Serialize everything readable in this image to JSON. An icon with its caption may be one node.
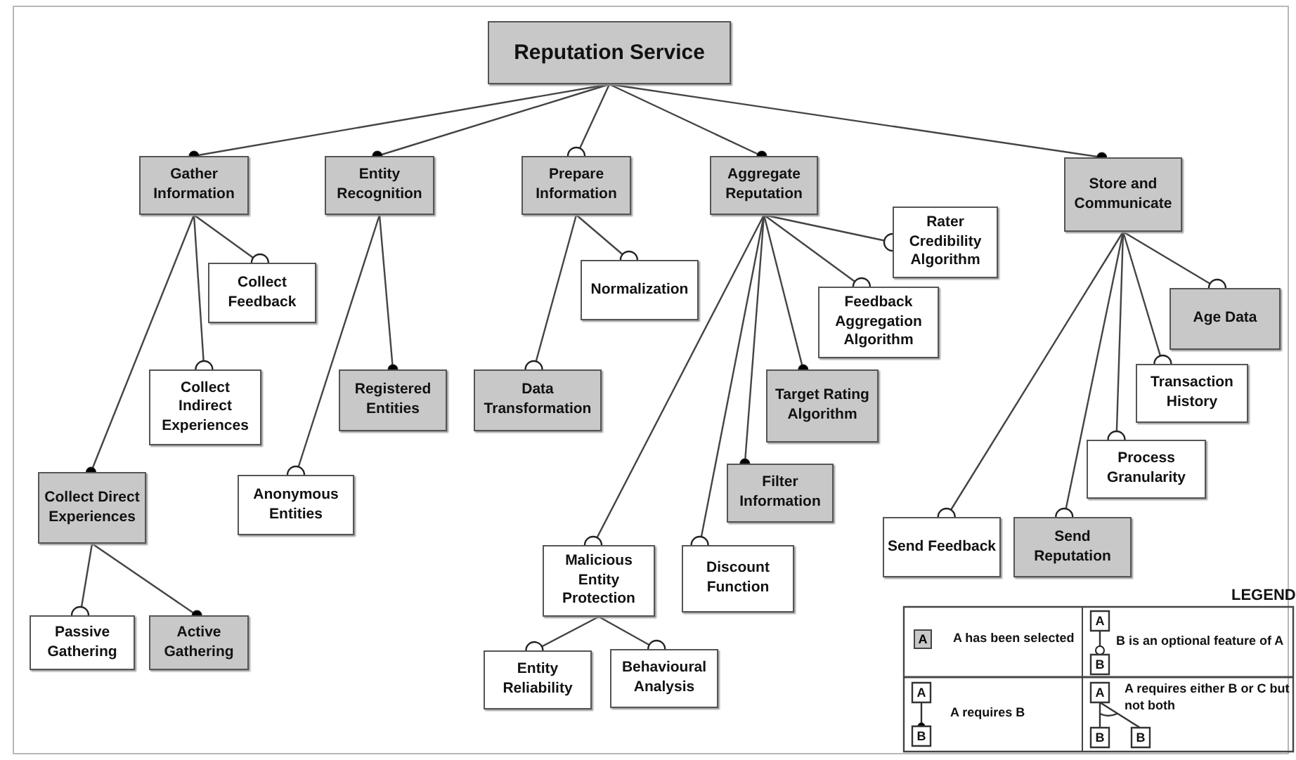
{
  "diagram": {
    "nodes": [
      {
        "text": [
          "Reputation Service"
        ]
      },
      {
        "text": [
          "Gather Information"
        ]
      },
      {
        "text": [
          "Entity Recognition"
        ]
      },
      {
        "text": [
          "Prepare Information"
        ]
      },
      {
        "text": [
          "Aggregate Reputation"
        ]
      },
      {
        "text": [
          "Store and Communicate"
        ]
      },
      {
        "text": [
          "Collect Feedback"
        ]
      },
      {
        "text": [
          "Collect Indirect Experiences"
        ]
      },
      {
        "text": [
          "Registered Entities"
        ]
      },
      {
        "text": [
          "Data Transformation"
        ]
      },
      {
        "text": [
          "Normalization"
        ]
      },
      {
        "text": [
          "Rater Credibility Algorithm"
        ]
      },
      {
        "text": [
          "Feedback Aggregation Algorithm"
        ]
      },
      {
        "text": [
          "Age Data"
        ]
      },
      {
        "text": [
          "Target Rating Algorithm"
        ]
      },
      {
        "text": [
          "Transaction History"
        ]
      },
      {
        "text": [
          "Process Granularity"
        ]
      },
      {
        "text": [
          "Collect Direct Experiences"
        ]
      },
      {
        "text": [
          "Anonymous Entities"
        ]
      },
      {
        "text": [
          "Filter Information"
        ]
      },
      {
        "text": [
          "Malicious Entity Protection"
        ]
      },
      {
        "text": [
          "Discount Function"
        ]
      },
      {
        "text": [
          "Send Feedback"
        ]
      },
      {
        "text": [
          "Send Reputation"
        ]
      },
      {
        "text": [
          "Passive Gathering"
        ]
      },
      {
        "text": [
          "Active Gathering"
        ]
      },
      {
        "text": [
          "Entity Reliability"
        ]
      },
      {
        "text": [
          "Behavioural Analysis"
        ]
      }
    ],
    "edges": [
      {
        "from": 0,
        "to": 1,
        "arrow": "other"
      },
      {
        "from": 0,
        "to": 2,
        "arrow": "other"
      },
      {
        "from": 0,
        "to": 3,
        "arrow": "other"
      },
      {
        "from": 0,
        "to": 4,
        "arrow": "other"
      },
      {
        "from": 0,
        "to": 5,
        "arrow": "other"
      },
      {
        "from": 1,
        "to": 6,
        "arrow": "other"
      },
      {
        "from": 1,
        "to": 7,
        "arrow": "other"
      },
      {
        "from": 1,
        "to": 17,
        "arrow": "other"
      },
      {
        "from": 2,
        "to": 8,
        "arrow": "other"
      },
      {
        "from": 2,
        "to": 18,
        "arrow": "other"
      },
      {
        "from": 3,
        "to": 9,
        "arrow": "other"
      },
      {
        "from": 3,
        "to": 10,
        "arrow": "other"
      },
      {
        "from": 4,
        "to": 11,
        "arrow": "other"
      },
      {
        "from": 4,
        "to": 12,
        "arrow": "other"
      },
      {
        "from": 4,
        "to": 14,
        "arrow": "other"
      },
      {
        "from": 4,
        "to": 19,
        "arrow": "other"
      },
      {
        "from": 4,
        "to": 21,
        "arrow": "other"
      },
      {
        "from": 4,
        "to": 20,
        "arrow": "other"
      },
      {
        "from": 5,
        "to": 13,
        "arrow": "other"
      },
      {
        "from": 5,
        "to": 15,
        "arrow": "other"
      },
      {
        "from": 5,
        "to": 16,
        "arrow": "other"
      },
      {
        "from": 5,
        "to": 23,
        "arrow": "other"
      },
      {
        "from": 5,
        "to": 22,
        "arrow": "other"
      },
      {
        "from": 17,
        "to": 24,
        "arrow": "other"
      },
      {
        "from": 17,
        "to": 25,
        "arrow": "other"
      },
      {
        "from": 20,
        "to": 26,
        "arrow": "other"
      },
      {
        "from": 20,
        "to": 27,
        "arrow": "other"
      }
    ],
    "labels": [
      "LEGEND",
      "A",
      "A",
      "B",
      "A",
      "B",
      "A",
      "B",
      "B"
    ],
    "legend": [
      {
        "text": "A has been selected",
        "color": "#c8c8c8"
      },
      {
        "text": "B is an optional feature of A"
      },
      {
        "text": "A requires B"
      },
      {
        "text": "A requires either B or C but not both"
      }
    ]
  }
}
